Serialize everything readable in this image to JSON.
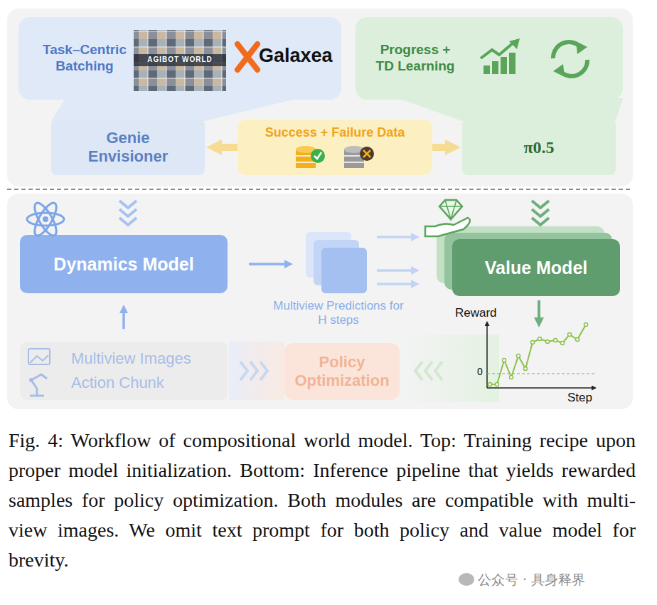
{
  "diagram": {
    "caption": "Fig. 4: Workflow of compositional world model. Top: Training recipe upon proper model initialization. Bottom: Inference pipeline that yields rewarded samples for policy optimization. Both modules are compatible with multi-view images. We omit text prompt for both policy and value model for brevity.",
    "nodes": [
      {
        "text": [
          "Task–Centric Batching"
        ]
      },
      {
        "text": [
          "Progress + TD Learning"
        ]
      },
      {
        "text": [
          "Genie Envisioner"
        ]
      },
      {
        "text": [
          "Success + Failure Data"
        ]
      },
      {
        "text": [
          "π0.5"
        ]
      },
      {
        "text": [
          "Dynamics Model"
        ]
      },
      {
        "text": [
          "Multiview Predictions for H steps"
        ]
      },
      {
        "text": [
          "Value Model"
        ]
      },
      {
        "text": [
          "Multiview Images",
          "Action Chunk"
        ]
      },
      {
        "text": [
          "Policy Optimization"
        ]
      }
    ],
    "edges": [
      {
        "from": 3,
        "to": 2,
        "arrow": "to"
      },
      {
        "from": 3,
        "to": 4,
        "arrow": "to"
      },
      {
        "from": 8,
        "to": 5,
        "arrow": "to"
      },
      {
        "from": 5,
        "to": 6,
        "arrow": "to"
      },
      {
        "from": 6,
        "to": 7,
        "arrow": "to"
      }
    ],
    "labels": [
      "AGIBOT WORLD",
      "Galaxea",
      "Reward",
      "0",
      "Step",
      "公众号 · 具身释界"
    ]
  }
}
